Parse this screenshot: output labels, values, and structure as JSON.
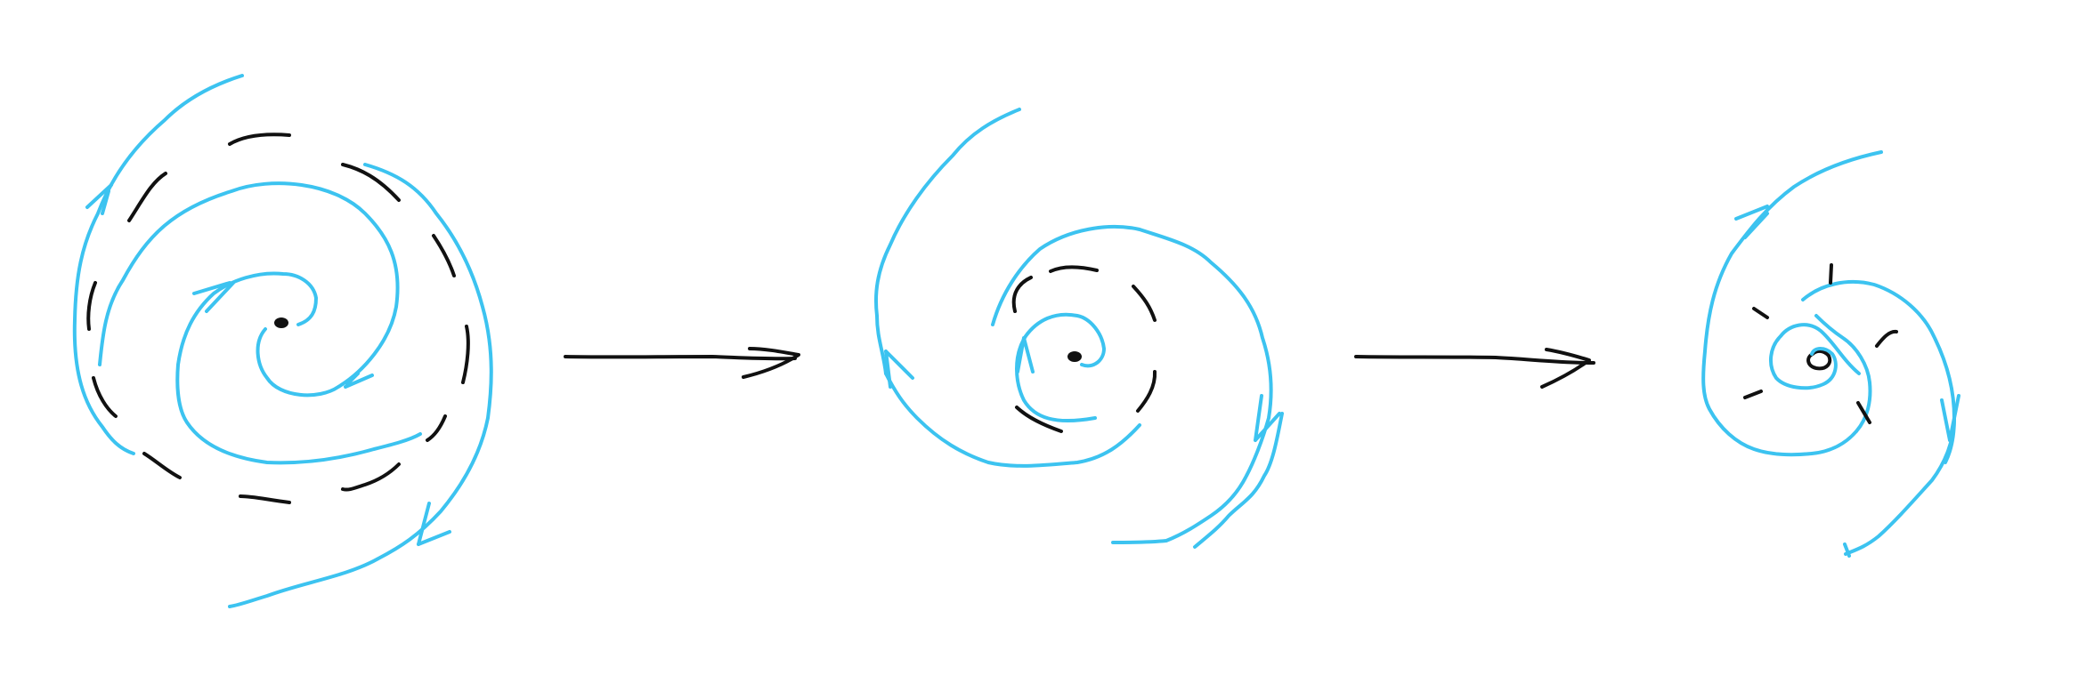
{
  "colors": {
    "background": "#ffffff",
    "spiral": "#3cc3f0",
    "ink": "#111111"
  },
  "diagram": {
    "stages": [
      {
        "name": "stage-1",
        "swirl_arms": 4,
        "swirl_turns": "large",
        "dash_ring": "outer-dashed"
      },
      {
        "name": "stage-2",
        "swirl_arms": 2,
        "swirl_turns": "medium",
        "dash_ring": "inner-dashed"
      },
      {
        "name": "stage-3",
        "swirl_arms": 2,
        "swirl_turns": "small",
        "dash_ring": "sparse"
      }
    ],
    "connectors": [
      {
        "from": "stage-1",
        "to": "stage-2",
        "icon": "arrow-right-icon"
      },
      {
        "from": "stage-2",
        "to": "stage-3",
        "icon": "arrow-right-icon"
      }
    ]
  }
}
